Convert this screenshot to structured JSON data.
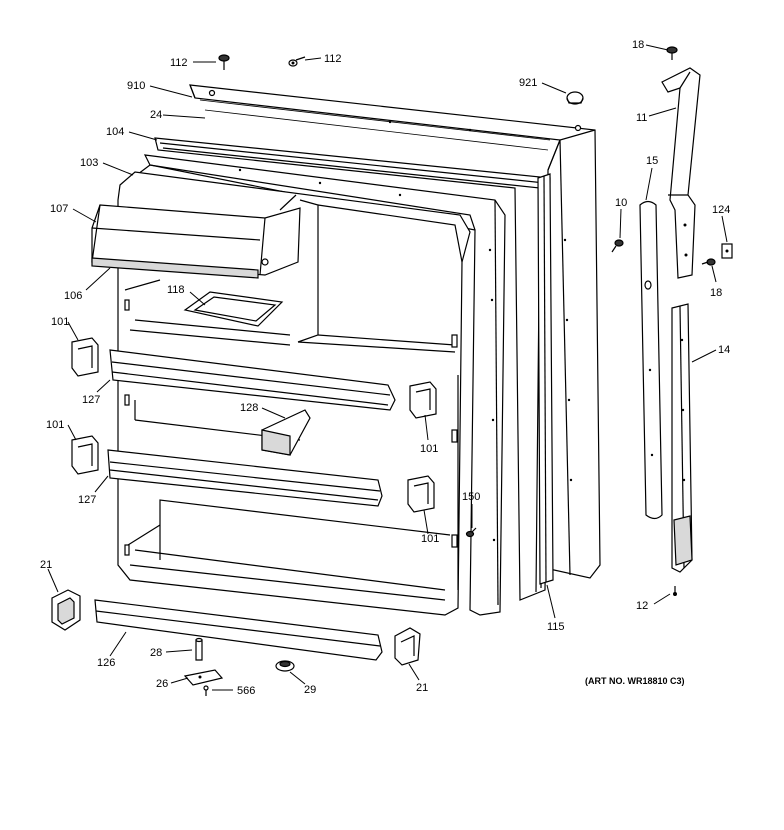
{
  "labels": {
    "l112a": "112",
    "l112b": "112",
    "l910": "910",
    "l921": "921",
    "l24": "24",
    "l104": "104",
    "l103": "103",
    "l107": "107",
    "l106": "106",
    "l118": "118",
    "l101a": "101",
    "l127a": "127",
    "l128": "128",
    "l101b": "101",
    "l101c": "101",
    "l127b": "127",
    "l101d": "101",
    "l150": "150",
    "l21a": "21",
    "l126": "126",
    "l28": "28",
    "l26": "26",
    "l566": "566",
    "l29": "29",
    "l21b": "21",
    "l115": "115",
    "l18a": "18",
    "l11": "11",
    "l15": "15",
    "l10": "10",
    "l124": "124",
    "l18b": "18",
    "l14": "14",
    "l12": "12"
  },
  "art_number": "(ART NO. WR18810 C3)"
}
